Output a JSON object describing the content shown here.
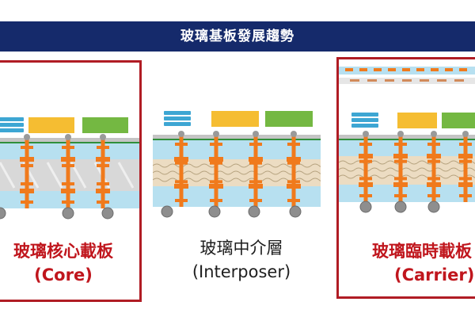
{
  "title": "玻璃基板發展趨勢",
  "panels": [
    {
      "name_zh": "玻璃核心載板",
      "name_en": "(Core)",
      "highlight": "#c0161d"
    },
    {
      "name_zh": "玻璃中介層",
      "name_en": "(Interposer)",
      "highlight": "#1e1e1e"
    },
    {
      "name_zh": "玻璃臨時載板",
      "name_en": "(Carrier)",
      "highlight": "#c0161d"
    }
  ],
  "colors": {
    "banner": "#152a6b",
    "frame": "#b01c24",
    "layer_blue": "#b7e0f0",
    "via_orange": "#f07a1c",
    "chip_yellow": "#f5bd32",
    "chip_green": "#74b842",
    "chip_blue": "#3da6d3",
    "glass_core": "#d8d8d8",
    "glass_interposer": "#ecdcc2"
  }
}
